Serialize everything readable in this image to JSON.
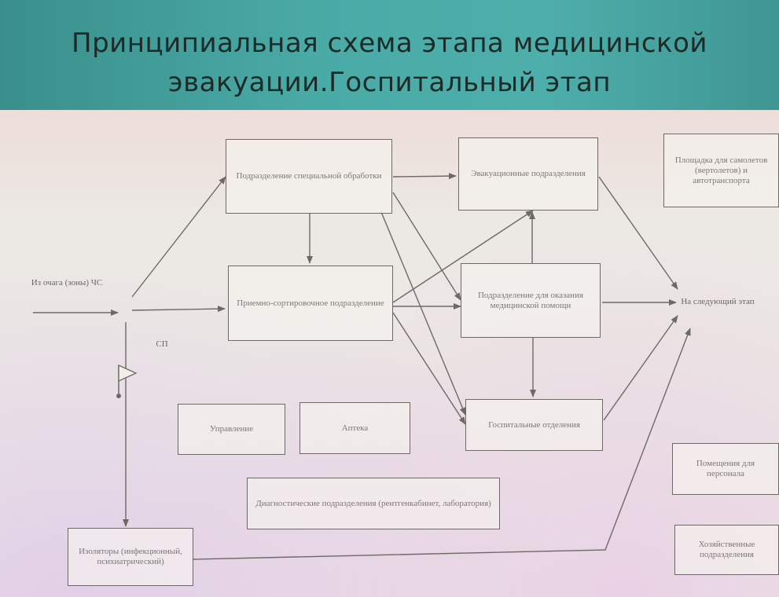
{
  "title": {
    "line1": "Принципиальная схема этапа медицинской",
    "line2": "эвакуации.Госпитальный этап"
  },
  "nodes": {
    "special_treatment": "Подразделение специальной обработки",
    "evacuation": "Эвакуационные подразделения",
    "airfield": "Площадка для самолетов (вертолетов) и автотранспорта",
    "admission": "Приемно-сортировочное подразделение",
    "medical_aid": "Подразделение для оказания медицинской помощи",
    "next_stage": "На следующий этап",
    "hospital_depts": "Госпитальные отделения",
    "management": "Управление",
    "pharmacy": "Аптека",
    "diagnostics": "Диагностические подразделения (рентгенкабинет, лаборатория)",
    "isolators": "Изоляторы (инфекционный, психиатрический)",
    "premises": "Помещения для персонала",
    "utility": "Хозяйственные подразделения",
    "source": "Из очага (зоны) ЧС",
    "sp": "СП"
  },
  "colors": {
    "header": "#4aaaa6",
    "line": "#6d6a66"
  }
}
